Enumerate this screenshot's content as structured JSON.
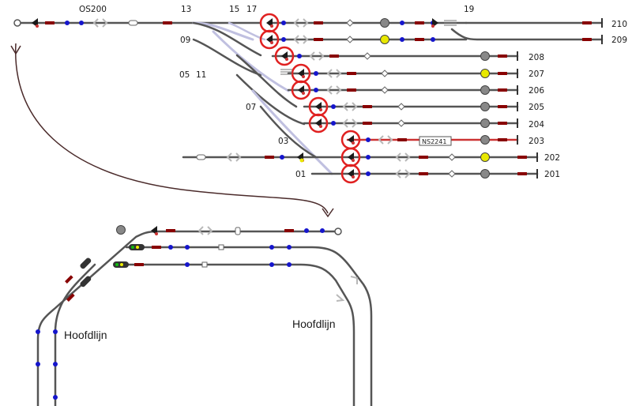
{
  "colors": {
    "track": "#555555",
    "track_dark": "#444444",
    "route": "#c0c0e0",
    "occupied": "#cc3333",
    "highlight": "#e02020",
    "block_red": "#880000",
    "detector": "#1515cc",
    "signal": "#1a1a1a",
    "lamp_grey": "#888888",
    "lamp_yellow": "#e8e800",
    "arrow": "#b8b8b8",
    "connector": "#4a2a2a"
  },
  "station_labels": {
    "os200": "OS200",
    "sw13": "13",
    "sw15": "15",
    "sw17": "17",
    "sw19": "19",
    "sw09": "09",
    "sw05": "05",
    "sw11": "11",
    "sw07": "07",
    "sw03": "03",
    "sw01": "01"
  },
  "track_labels": [
    "210",
    "209",
    "208",
    "207",
    "206",
    "205",
    "204",
    "203",
    "202",
    "201"
  ],
  "train_label": "NS2241",
  "line_labels": {
    "left": "Hoofdlijn",
    "right": "Hoofdlijn"
  },
  "icons": {
    "signal": "signal-head-icon",
    "lamp": "lamp-icon",
    "arrow": "double-arrow-icon",
    "detector": "detector-dot-icon",
    "buffer": "buffer-stop-icon",
    "highlight": "highlight-circle-icon",
    "connector": "connector-arrow-icon"
  }
}
